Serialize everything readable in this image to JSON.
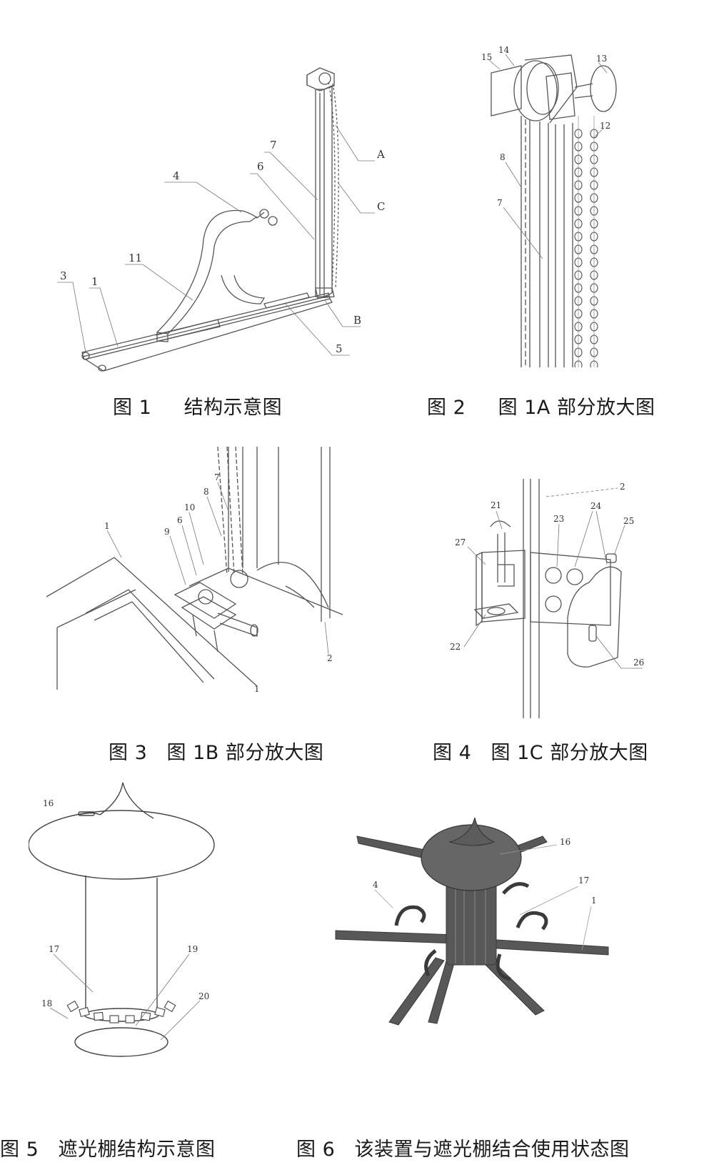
{
  "figures": [
    {
      "caption": "图 1     结构示意图",
      "labels": [
        "A",
        "C",
        "7",
        "6",
        "4",
        "11",
        "3",
        "1",
        "5",
        "B"
      ]
    },
    {
      "caption": "图 2     图 1A 部分放大图",
      "labels": [
        "15",
        "14",
        "13",
        "12",
        "8",
        "7"
      ]
    },
    {
      "caption": "图 3   图 1B 部分放大图",
      "labels": [
        "7",
        "8",
        "1",
        "10",
        "9",
        "6",
        "2",
        "1"
      ]
    },
    {
      "caption": "图 4   图 1C 部分放大图",
      "labels": [
        "2",
        "21",
        "27",
        "23",
        "24",
        "25",
        "22",
        "26"
      ]
    },
    {
      "caption": "图 5   遮光棚结构示意图",
      "labels": [
        "16",
        "17",
        "19",
        "18",
        "20"
      ]
    },
    {
      "caption": "图 6   该装置与遮光棚结合使用状态图",
      "labels": [
        "16",
        "4",
        "17",
        "1"
      ]
    }
  ]
}
